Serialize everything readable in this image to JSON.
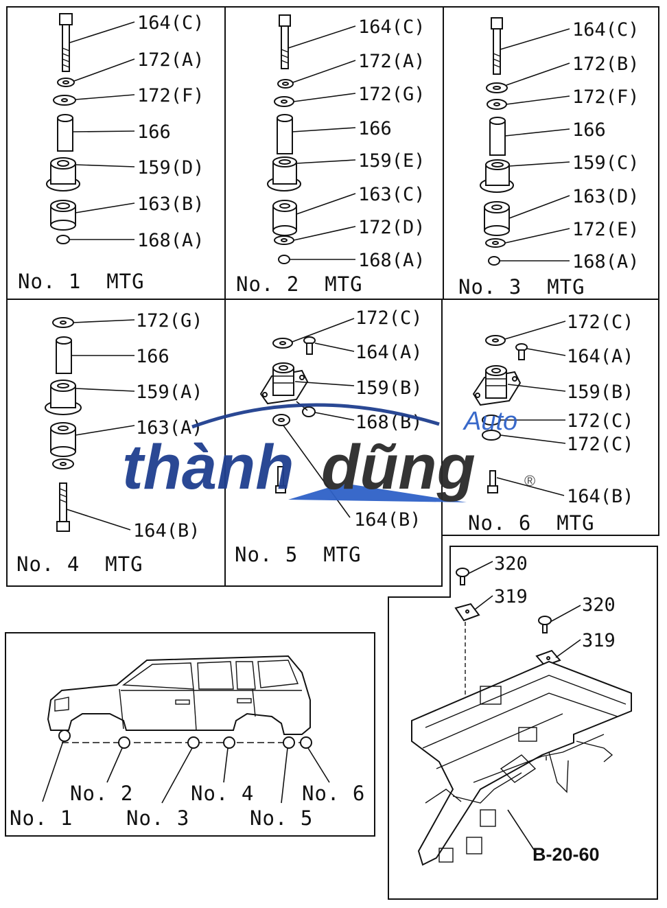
{
  "mounts": [
    {
      "caption": "No. 1  MTG",
      "parts": [
        "164(C)",
        "172(A)",
        "172(F)",
        "166",
        "159(D)",
        "163(B)",
        "168(A)"
      ]
    },
    {
      "caption": "No. 2  MTG",
      "parts": [
        "164(C)",
        "172(A)",
        "172(G)",
        "166",
        "159(E)",
        "163(C)",
        "172(D)",
        "168(A)"
      ]
    },
    {
      "caption": "No. 3  MTG",
      "parts": [
        "164(C)",
        "172(B)",
        "172(F)",
        "166",
        "159(C)",
        "163(D)",
        "172(E)",
        "168(A)"
      ]
    },
    {
      "caption": "No. 4  MTG",
      "parts": [
        "172(G)",
        "166",
        "159(A)",
        "163(A)",
        "164(B)"
      ]
    },
    {
      "caption": "No. 5  MTG",
      "parts": [
        "172(C)",
        "164(A)",
        "159(B)",
        "168(B)",
        "164(B)"
      ]
    },
    {
      "caption": "No. 6  MTG",
      "parts": [
        "172(C)",
        "164(A)",
        "159(B)",
        "172(C)",
        "172(C)",
        "164(B)"
      ]
    }
  ],
  "vehicle": {
    "positions": [
      "No. 1",
      "No. 2",
      "No. 3",
      "No. 4",
      "No. 5",
      "No. 6"
    ]
  },
  "frame": {
    "parts": [
      "320",
      "319",
      "320",
      "319"
    ],
    "reference": "B-20-60"
  },
  "watermark": {
    "part1": "thành",
    "part2": "dũng",
    "tag": "Auto",
    "mark": "®"
  }
}
